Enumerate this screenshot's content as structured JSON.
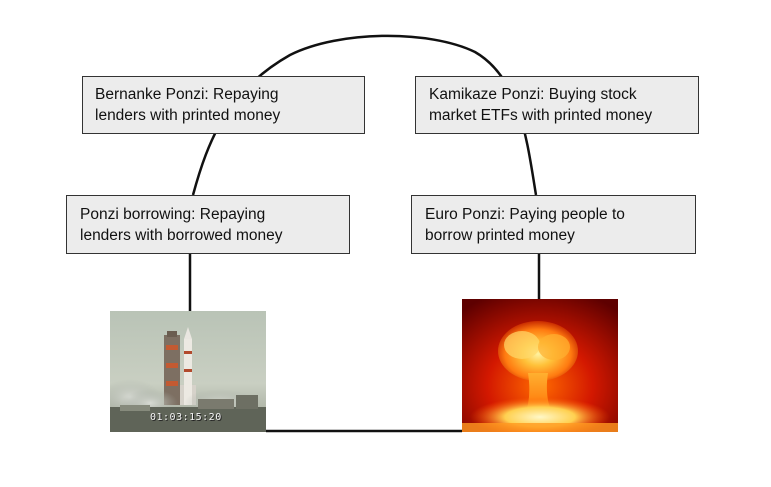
{
  "boxes": {
    "bernanke": {
      "line1": "Bernanke Ponzi: Repaying",
      "line2": "lenders with printed money"
    },
    "kamikaze": {
      "line1": "Kamikaze Ponzi: Buying stock",
      "line2": "market ETFs with printed money"
    },
    "borrowing": {
      "line1": "Ponzi borrowing: Repaying",
      "line2": "lenders with borrowed money"
    },
    "euro": {
      "line1": "Euro Ponzi: Paying people to",
      "line2": "borrow printed money"
    }
  },
  "images": {
    "rocket": {
      "depicts": "rocket-launch-photo",
      "timecode": "01:03:15:20"
    },
    "explosion": {
      "depicts": "nuclear-explosion-photo"
    }
  },
  "colors": {
    "box_fill": "#ececec",
    "line": "#111111"
  }
}
